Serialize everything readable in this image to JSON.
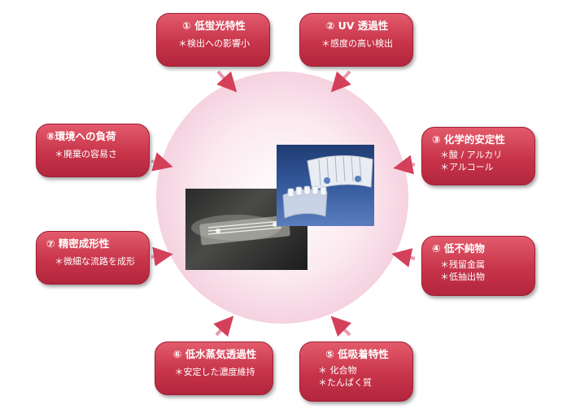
{
  "cards": {
    "c1": {
      "title": "① 低蛍光特性",
      "items": [
        "＊検出への影響小"
      ]
    },
    "c2": {
      "title": "② UV 透過性",
      "items": [
        "＊感度の高い検出"
      ]
    },
    "c3": {
      "title": "③ 化学的安定性",
      "items": [
        "＊酸 / アルカリ",
        "＊アルコール"
      ]
    },
    "c4": {
      "title": "④ 低不純物",
      "items": [
        "＊残留金属",
        "＊低抽出物"
      ]
    },
    "c5": {
      "title": "⑤ 低吸着特性",
      "items": [
        "＊ 化合物",
        "＊たんぱく質"
      ]
    },
    "c6": {
      "title": "⑥ 低水蒸気透過性",
      "items": [
        "＊安定した濃度維持"
      ]
    },
    "c7": {
      "title": "⑦ 精密成形性",
      "items": [
        "＊微細な流路を成形"
      ]
    },
    "c8": {
      "title": "⑧環境への負荷",
      "items": [
        "＊廃棄の容易さ"
      ]
    }
  },
  "colors": {
    "card_red": "#c8344a",
    "halo_pink": "#f4cedd",
    "arrow": "#d4405a"
  },
  "images": {
    "photo_left": "microfluidic chip photo",
    "photo_right": "molded plastic parts photo"
  }
}
